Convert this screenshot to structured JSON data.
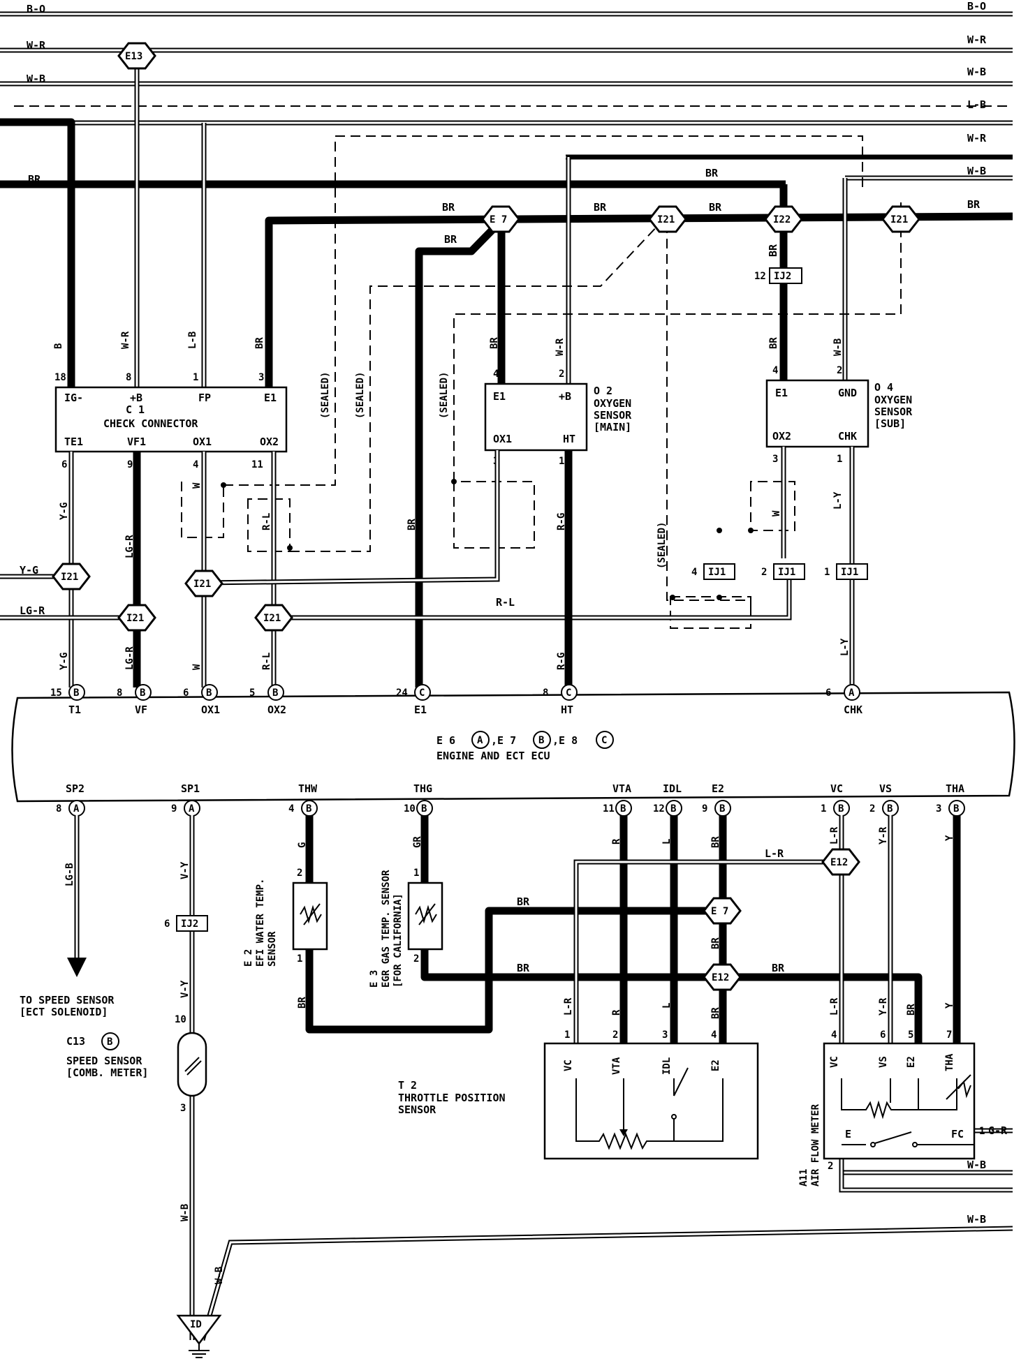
{
  "top_wires": {
    "b_o_left": "B-O",
    "b_o_right": "B-O",
    "w_r_left": "W-R",
    "w_r_right": "W-R",
    "w_b_left": "W-B",
    "w_b_right": "W-B",
    "l_b_right": "L-B",
    "w_r2_right": "W-R",
    "w_b2_right": "W-B",
    "br_left": "BR",
    "br_right": "BR"
  },
  "junctions": {
    "e13": "E13",
    "e7_top": "E 7",
    "i21_a": "I21",
    "i22": "I22",
    "i21_b": "I21",
    "i21_yg": "I21",
    "i21_lgr": "I21",
    "i21_w": "I21",
    "i21_rl": "I21",
    "e7_bottom": "E 7",
    "e12_bottom": "E12",
    "e12_right": "E12"
  },
  "connectors": {
    "ij2_top": "IJ2",
    "ij1_4": "IJ1",
    "ij1_2": "IJ1",
    "ij1_1": "IJ1",
    "ij2_speed": "IJ2",
    "ground": "ID"
  },
  "check_connector": {
    "code": "C 1",
    "name": "CHECK CONNECTOR",
    "pins_top": [
      "IG-",
      "+B",
      "FP",
      "E1"
    ],
    "pins_bottom": [
      "TE1",
      "VF1",
      "OX1",
      "OX2"
    ],
    "pin_nums_top": [
      "18",
      "8",
      "1",
      "3"
    ],
    "pin_nums_bottom": [
      "6",
      "9",
      "4",
      "11"
    ],
    "wire_colors_top": [
      "B",
      "W-R",
      "L-B",
      "BR"
    ]
  },
  "o2_main": {
    "code": "O 2",
    "name_l1": "OXYGEN",
    "name_l2": "SENSOR",
    "name_l3": "[MAIN]",
    "pins": [
      "E1",
      "+B",
      "OX1",
      "HT"
    ],
    "pin_nums": [
      "4",
      "2",
      "3",
      "1"
    ],
    "wires": [
      "BR",
      "W-R"
    ]
  },
  "o4_sub": {
    "code": "O 4",
    "name_l1": "OXYGEN",
    "name_l2": "SENSOR",
    "name_l3": "[SUB]",
    "pins": [
      "E1",
      "GND",
      "OX2",
      "CHK"
    ],
    "pin_nums": [
      "4",
      "2",
      "3",
      "1"
    ],
    "wires": [
      "BR",
      "W-B",
      "L-Y"
    ]
  },
  "sealed": [
    "(SEALED)",
    "(SEALED)",
    "(SEALED)",
    "(SEALED)"
  ],
  "mid_wires": {
    "yg": "Y-G",
    "lgr": "LG-R",
    "w": "W",
    "rl": "R-L",
    "br": "BR",
    "rg": "R-G",
    "w_o4": "W",
    "ly": "L-Y",
    "rl_horiz": "R-L",
    "br_ij2": "BR",
    "yg_left": "Y-G",
    "lgr_left": "LG-R",
    "br_e7": "BR",
    "br_top1": "BR",
    "br_top2": "BR",
    "br_top3": "BR",
    "br_top4": "BR"
  },
  "ij_pin_nums": {
    "ij2": "12",
    "ij1_4": "4",
    "ij1_2": "2",
    "ij1_1": "1"
  },
  "ecu": {
    "code_line": [
      "E 6",
      "A",
      ",E 7",
      "B",
      ",E 8",
      "C"
    ],
    "name": "ENGINE AND ECT ECU",
    "top_terms": [
      {
        "num": "15",
        "ltr": "B",
        "name": "T1"
      },
      {
        "num": "8",
        "ltr": "B",
        "name": "VF"
      },
      {
        "num": "6",
        "ltr": "B",
        "name": "OX1"
      },
      {
        "num": "5",
        "ltr": "B",
        "name": "OX2"
      },
      {
        "num": "24",
        "ltr": "C",
        "name": "E1"
      },
      {
        "num": "8",
        "ltr": "C",
        "name": "HT"
      },
      {
        "num": "6",
        "ltr": "A",
        "name": "CHK"
      }
    ],
    "bottom_terms": [
      {
        "num": "8",
        "ltr": "A",
        "name": "SP2"
      },
      {
        "num": "9",
        "ltr": "A",
        "name": "SP1"
      },
      {
        "num": "4",
        "ltr": "B",
        "name": "THW"
      },
      {
        "num": "10",
        "ltr": "B",
        "name": "THG"
      },
      {
        "num": "11",
        "ltr": "B",
        "name": "VTA"
      },
      {
        "num": "12",
        "ltr": "B",
        "name": "IDL"
      },
      {
        "num": "9",
        "ltr": "B",
        "name": "E2"
      },
      {
        "num": "1",
        "ltr": "B",
        "name": "VC"
      },
      {
        "num": "2",
        "ltr": "B",
        "name": "VS"
      },
      {
        "num": "3",
        "ltr": "B",
        "name": "THA"
      }
    ]
  },
  "lower_wires": {
    "lgb": "LG-B",
    "vy1": "V-Y",
    "vy2": "V-Y",
    "wb_speed": "W-B",
    "wb_speed2": "W-B",
    "g": "G",
    "gr": "GR",
    "r": "R",
    "l": "L",
    "br_e2": "BR",
    "lr_vc": "L-R",
    "yr": "Y-R",
    "y": "Y",
    "lr_h": "L-R",
    "br_thg": "BR",
    "br_e7": "BR",
    "br_e12": "BR",
    "br_afm": "BR",
    "lr_tps": "L-R",
    "r_tps": "R",
    "l_tps": "L",
    "br_tps": "BR",
    "lr_afm": "L-R",
    "yr_afm": "Y-R",
    "br_afm2": "BR",
    "y_afm": "Y",
    "br_thw": "BR",
    "wb_r1": "W-B",
    "wb_r2": "W-B",
    "gr_fc": "G-R"
  },
  "speed_text": {
    "to_l1": "TO SPEED SENSOR",
    "to_l2": "[ECT SOLENOID]",
    "c13": "C13",
    "c13_ltr": "B",
    "sensor_l1": "SPEED SENSOR",
    "sensor_l2": "[COMB. METER]",
    "pin6": "6",
    "pin10": "10",
    "pin3": "3"
  },
  "e2_sensor": {
    "code": "E 2",
    "name_l1": "EFI WATER TEMP.",
    "name_l2": "SENSOR",
    "p2": "2",
    "p1": "1"
  },
  "e3_sensor": {
    "code": "E 3",
    "name_l1": "EGR GAS TEMP. SENSOR",
    "name_l2": "[FOR CALIFORNIA]",
    "p1": "1",
    "p2": "2"
  },
  "tps": {
    "code": "T 2",
    "name_l1": "THROTTLE POSITION",
    "name_l2": "SENSOR",
    "pins": [
      "VC",
      "VTA",
      "IDL",
      "E2"
    ],
    "nums": [
      "1",
      "2",
      "3",
      "4"
    ]
  },
  "afm": {
    "code": "A11",
    "name": "AIR FLOW METER",
    "pins": [
      "VC",
      "VS",
      "E2",
      "THA"
    ],
    "nums": [
      "4",
      "6",
      "5",
      "7"
    ],
    "e": "E",
    "fc": "FC",
    "fc_num": "1",
    "e_num": "2"
  }
}
